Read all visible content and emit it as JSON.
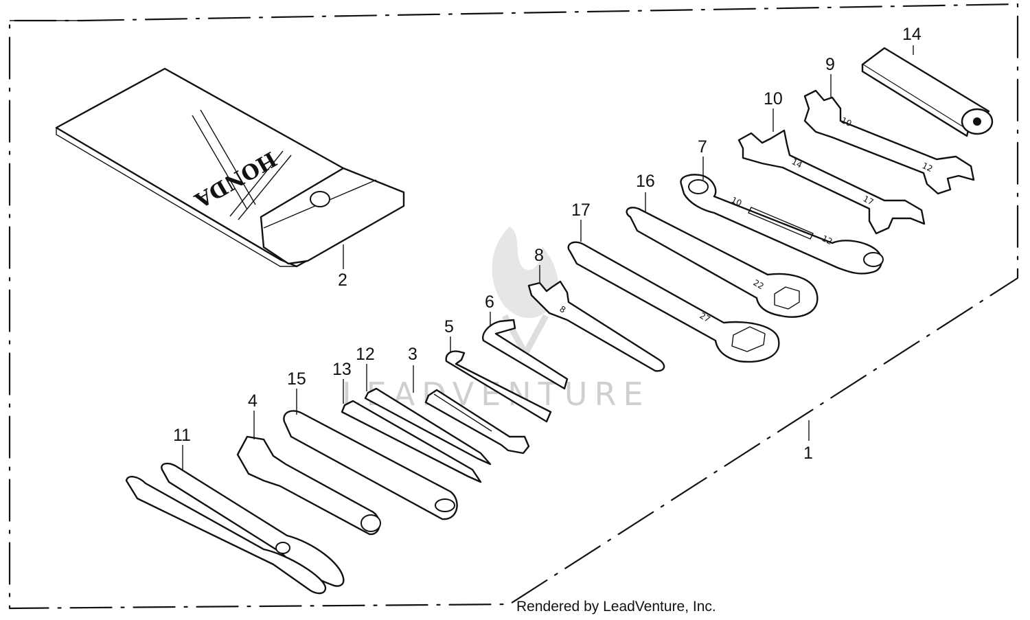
{
  "watermark": "LEADVENTURE",
  "pouch_brand": "HONDA",
  "credit": "Rendered by LeadVenture, Inc.",
  "callouts": [
    {
      "id": "1",
      "label": "1"
    },
    {
      "id": "2",
      "label": "2"
    },
    {
      "id": "3",
      "label": "3"
    },
    {
      "id": "4",
      "label": "4"
    },
    {
      "id": "5",
      "label": "5"
    },
    {
      "id": "6",
      "label": "6"
    },
    {
      "id": "7",
      "label": "7"
    },
    {
      "id": "8",
      "label": "8"
    },
    {
      "id": "9",
      "label": "9"
    },
    {
      "id": "10",
      "label": "10"
    },
    {
      "id": "11",
      "label": "11"
    },
    {
      "id": "12",
      "label": "12"
    },
    {
      "id": "13",
      "label": "13"
    },
    {
      "id": "14",
      "label": "14"
    },
    {
      "id": "15",
      "label": "15"
    },
    {
      "id": "16",
      "label": "16"
    },
    {
      "id": "17",
      "label": "17"
    }
  ],
  "wrench_marks": {
    "w9_a": "10",
    "w9_b": "12",
    "w10_a": "14",
    "w10_b": "17",
    "w7_a": "10",
    "w7_b": "12",
    "w16": "22",
    "w17": "27",
    "w8": "8"
  }
}
